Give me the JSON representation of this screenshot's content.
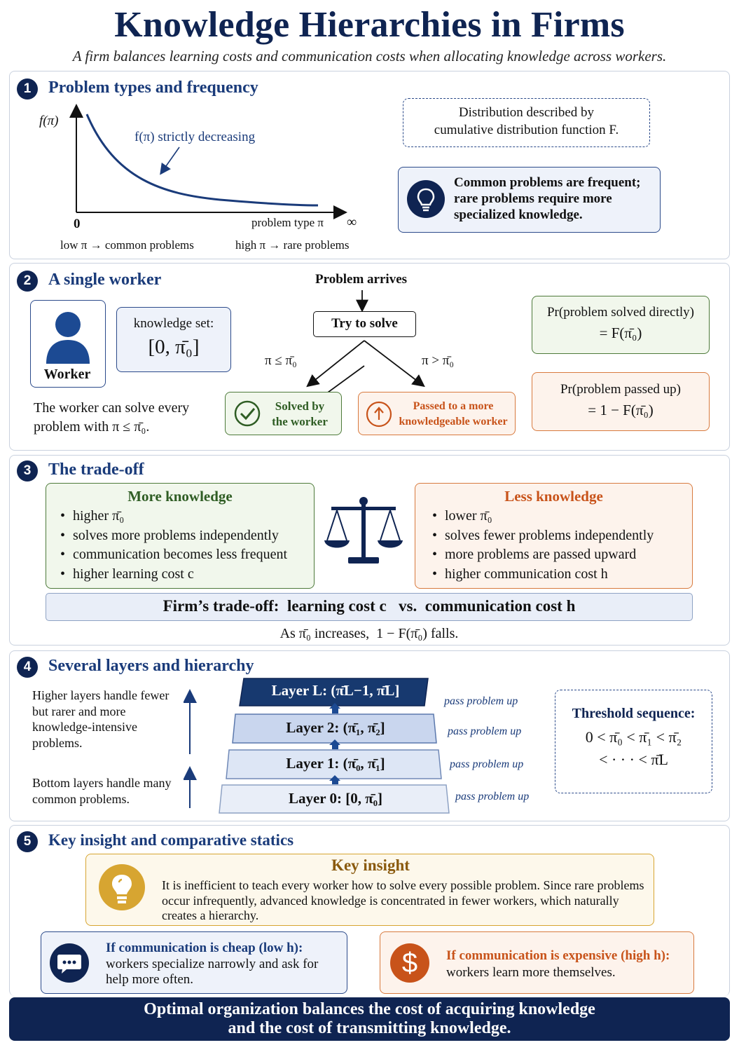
{
  "header": {
    "title": "Knowledge Hierarchies in Firms",
    "subtitle": "A firm balances learning costs and communication costs when allocating knowledge across workers."
  },
  "s1": {
    "num": "1",
    "title": "Problem types and frequency",
    "chart": {
      "ylabel": "f(π)",
      "origin": "0",
      "xlabel": "problem type π",
      "infinity": "∞",
      "annotation": "f(π) strictly decreasing",
      "low": "low π → common problems",
      "high": "high π → rare problems"
    },
    "dist_line1": "Distribution described by",
    "dist_line2": "cumulative distribution function F.",
    "insight_line1": "Common problems are frequent;",
    "insight_line2": "rare problems require more",
    "insight_line3": "specialized knowledge."
  },
  "s2": {
    "num": "2",
    "title": "A single worker",
    "worker_label": "Worker",
    "knowledge_label": "knowledge set:",
    "knowledge_value": "[0, π̄₀]",
    "desc_line1": "The worker can solve every",
    "desc_line2": "problem with π ≤ π̄₀.",
    "arrives": "Problem arrives",
    "try": "Try to solve",
    "cond_left": "π ≤ π̄₀",
    "cond_right": "π > π̄₀",
    "solved_line1": "Solved by",
    "solved_line2": "the worker",
    "passed_line1": "Passed to a more",
    "passed_line2": "knowledgeable worker",
    "pr_solved_line1": "Pr(problem solved directly)",
    "pr_solved_line2": "= F(π̄₀)",
    "pr_passed_line1": "Pr(problem passed up)",
    "pr_passed_line2": "= 1 − F(π̄₀)"
  },
  "s3": {
    "num": "3",
    "title": "The trade-off",
    "more_title": "More knowledge",
    "more_items": [
      "higher π̄₀",
      "solves more problems independently",
      "communication becomes less frequent",
      "higher learning cost c"
    ],
    "less_title": "Less knowledge",
    "less_items": [
      "lower π̄₀",
      "solves fewer problems independently",
      "more problems are passed upward",
      "higher communication cost h"
    ],
    "firm_tradeoff": "Firm’s trade-off:  learning cost c   vs.  communication cost h",
    "as_increases": "As π̄₀ increases,  1 − F(π̄₀) falls."
  },
  "s4": {
    "num": "4",
    "title": "Several layers and hierarchy",
    "higher_text": "Higher layers handle fewer but rarer and more knowledge-intensive problems.",
    "bottom_text": "Bottom layers handle many common problems.",
    "layers": [
      "Layer L: (π̄L−1, π̄L]",
      "Layer 2: (π̄₁, π̄₂]",
      "Layer 1: (π̄₀, π̄₁]",
      "Layer 0: [0, π̄₀]"
    ],
    "pass_label": "pass problem up",
    "threshold_title": "Threshold sequence:",
    "threshold_line1": "0 < π̄₀ < π̄₁ < π̄₂",
    "threshold_line2": "< · · · < π̄L"
  },
  "s5": {
    "num": "5",
    "title": "Key insight and comparative statics",
    "key_title": "Key insight",
    "key_text": "It is inefficient to teach every worker how to solve every possible problem. Since rare problems occur infrequently, advanced knowledge is concentrated in fewer workers, which naturally creates a hierarchy.",
    "cheap_title": "If communication is cheap (low h):",
    "cheap_text": "workers specialize narrowly and ask for help more often.",
    "expensive_title": "If communication is expensive (high h):",
    "expensive_text": "workers learn more themselves.",
    "dollar": "$"
  },
  "footer": {
    "line1": "Optimal organization balances the cost of acquiring knowledge",
    "line2": "and the cost of transmitting knowledge."
  },
  "colors": {
    "navy": "#0f2452",
    "title_blue": "#1a3b7a",
    "green": "#2f5d24",
    "orange": "#c8531a",
    "gold": "#d7a531"
  }
}
